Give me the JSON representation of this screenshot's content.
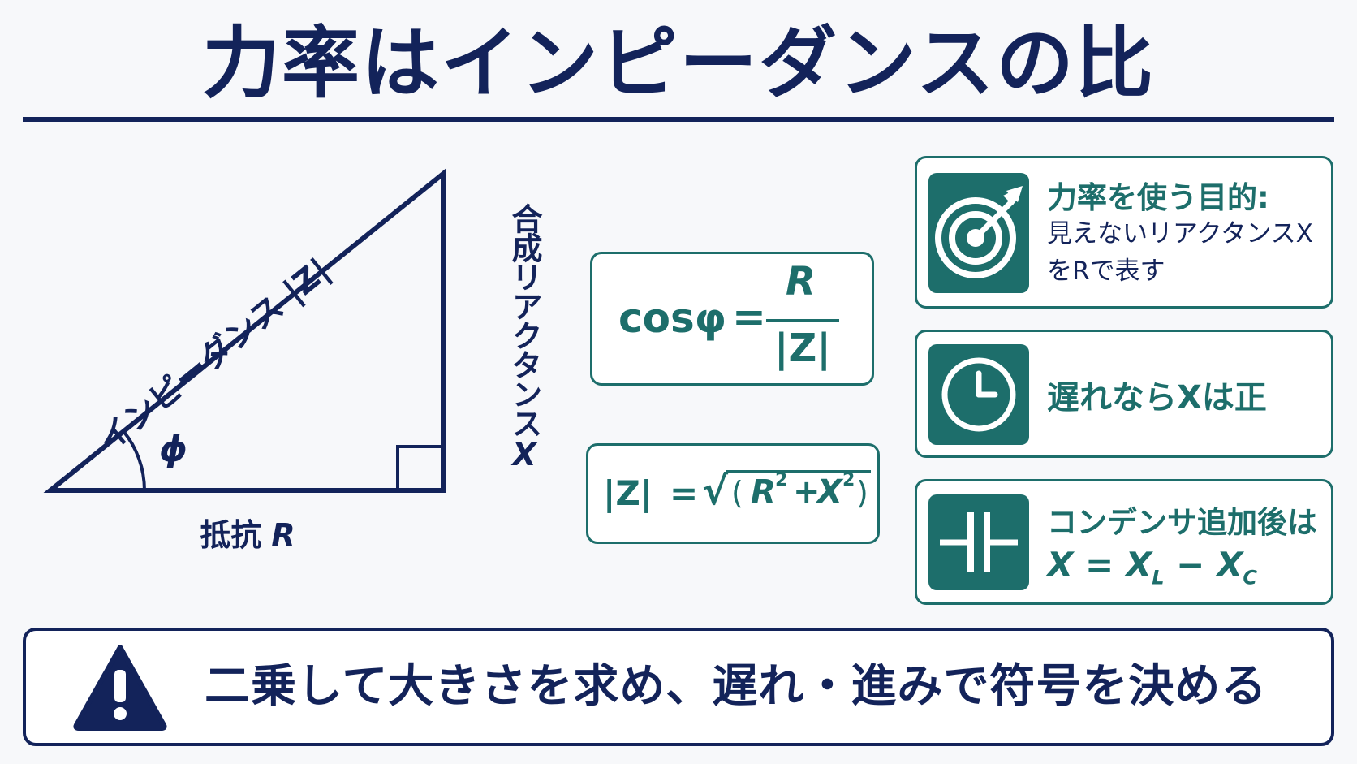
{
  "title": "力率はインピーダンスの比",
  "triangle": {
    "hypotenuse_label": "インピーダンス |Z|",
    "vertical_label_text": "合成リアクタンス",
    "vertical_label_var": "X",
    "base_label_text": "抵抗",
    "base_label_var": "R",
    "angle_label": "ϕ"
  },
  "formulas": {
    "cos_lhs": "cosφ",
    "cos_eq": "=",
    "cos_num": "R",
    "cos_den": "|Z|",
    "z_lhs": "|Z|",
    "z_eq": "=",
    "z_radical": "√",
    "z_open": "(",
    "z_r": "R",
    "z_r_exp": "2",
    "z_plus": "+",
    "z_x": "X",
    "z_x_exp": "2",
    "z_close": ")"
  },
  "cards": {
    "purpose": {
      "icon": "target-icon",
      "heading": "力率を使う目的:",
      "line1": "見えないリアクタンスX",
      "line2": "をRで表す"
    },
    "lag": {
      "icon": "clock-icon",
      "heading": "遅れならXは正"
    },
    "capacitor": {
      "icon": "capacitor-icon",
      "heading": "コンデンサ追加後は",
      "eq_x": "X",
      "eq_eq": "=",
      "eq_xl": "X",
      "eq_l_sub": "L",
      "eq_minus": "−",
      "eq_xc": "X",
      "eq_c_sub": "C"
    }
  },
  "banner": {
    "icon": "warning-icon",
    "text": "二乗して大きさを求め、遅れ・進みで符号を決める"
  },
  "colors": {
    "navy": "#13235a",
    "teal": "#1d6e6b"
  }
}
